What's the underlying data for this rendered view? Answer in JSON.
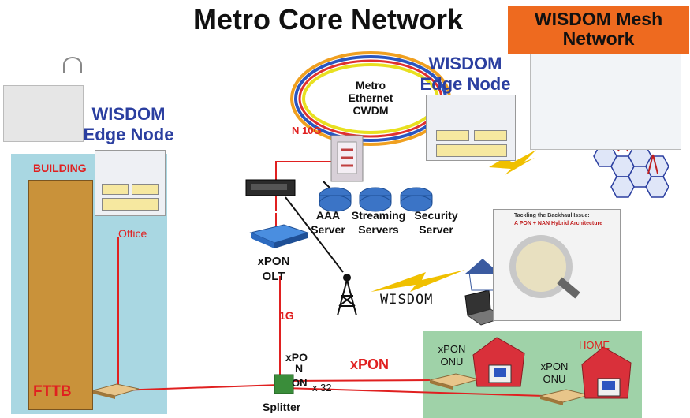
{
  "title": "Metro Core Network",
  "mesh_title_line1": "WISDOM Mesh",
  "mesh_title_line2": "Network",
  "edge_node_top_line1": "WISDOM",
  "edge_node_top_line2": "Edge Node",
  "edge_node_left_line1": "WISDOM",
  "edge_node_left_line2": "Edge Node",
  "ring_line1": "Metro",
  "ring_line2": "Ethernet",
  "ring_line3": "CWDM",
  "link_10g": "N 10G",
  "link_1g": "1G",
  "server_aaa_line1": "AAA",
  "server_aaa_line2": "Server",
  "server_streaming_line1": "Streaming",
  "server_streaming_line2": "Servers",
  "server_security_line1": "Security",
  "server_security_line2": "Server",
  "olt_line1": "xPON",
  "olt_line2": "OLT",
  "wisdom_link": "WISDOM",
  "building": "BUILDING",
  "office": "Office",
  "fttb": "FTTB",
  "xpon": "xPON",
  "splitter_label": "Splitter",
  "splitter_xpon_line1": "xPO",
  "splitter_xpon_line2": "N",
  "splitter_on": "ON",
  "splitter_ratio": "x 32",
  "onu1_line1": "xPON",
  "onu1_line2": "ONU",
  "onu2_line1": "xPON",
  "onu2_line2": "ONU",
  "home": "HOME",
  "backhaul_title_line1": "Tackling the Backhaul Issue:",
  "backhaul_title_line2": "A PON + NAN Hybrid Architecture",
  "colors": {
    "building_panel": "#a9d7e2",
    "home_panel": "#9fd2a8",
    "mesh_header": "#ee6a1f",
    "wisdom_blue": "#2b3fa0",
    "link_red": "#e02020"
  }
}
